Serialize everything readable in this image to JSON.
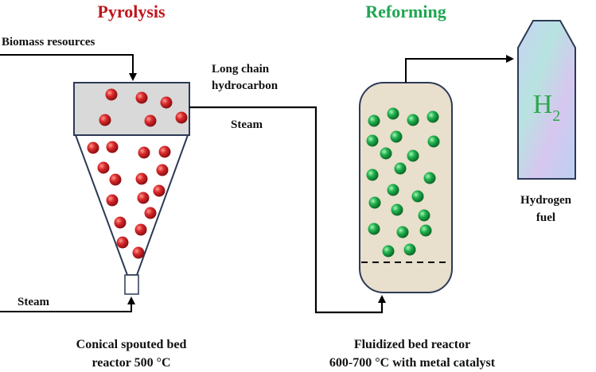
{
  "titles": {
    "pyrolysis": "Pyrolysis",
    "reforming": "Reforming"
  },
  "labels": {
    "biomass": "Biomass resources",
    "long_chain_line1": "Long chain",
    "long_chain_line2": "hydrocarbon",
    "steam_mid": "Steam",
    "steam_bottom": "Steam",
    "hydrogen_line1": "Hydrogen",
    "hydrogen_line2": "fuel",
    "conical_line1": "Conical spouted bed",
    "conical_line2": "reactor 500 °C",
    "fluidized_line1": "Fluidized  bed reactor",
    "fluidized_line2": "600-700 °C with metal catalyst"
  },
  "tank_formula": {
    "symbol": "H",
    "subscript": "2"
  },
  "colors": {
    "pyrolysis_title": "#c0161c",
    "reforming_title": "#1fa651",
    "h2_text": "#2aa84a",
    "reactor_fill": "#e8dfcc",
    "reactor_stroke": "#2b3a55",
    "cone_top_fill": "#d9d9d9",
    "particle_red": "#d6282b",
    "particle_green": "#1fae4b",
    "tank_fill": "#c5cff2",
    "line": "#000000"
  },
  "icons": {
    "red_particle": "red-sphere-icon",
    "green_particle": "green-sphere-icon",
    "hydrogen_tank": "gas-tank-icon"
  }
}
